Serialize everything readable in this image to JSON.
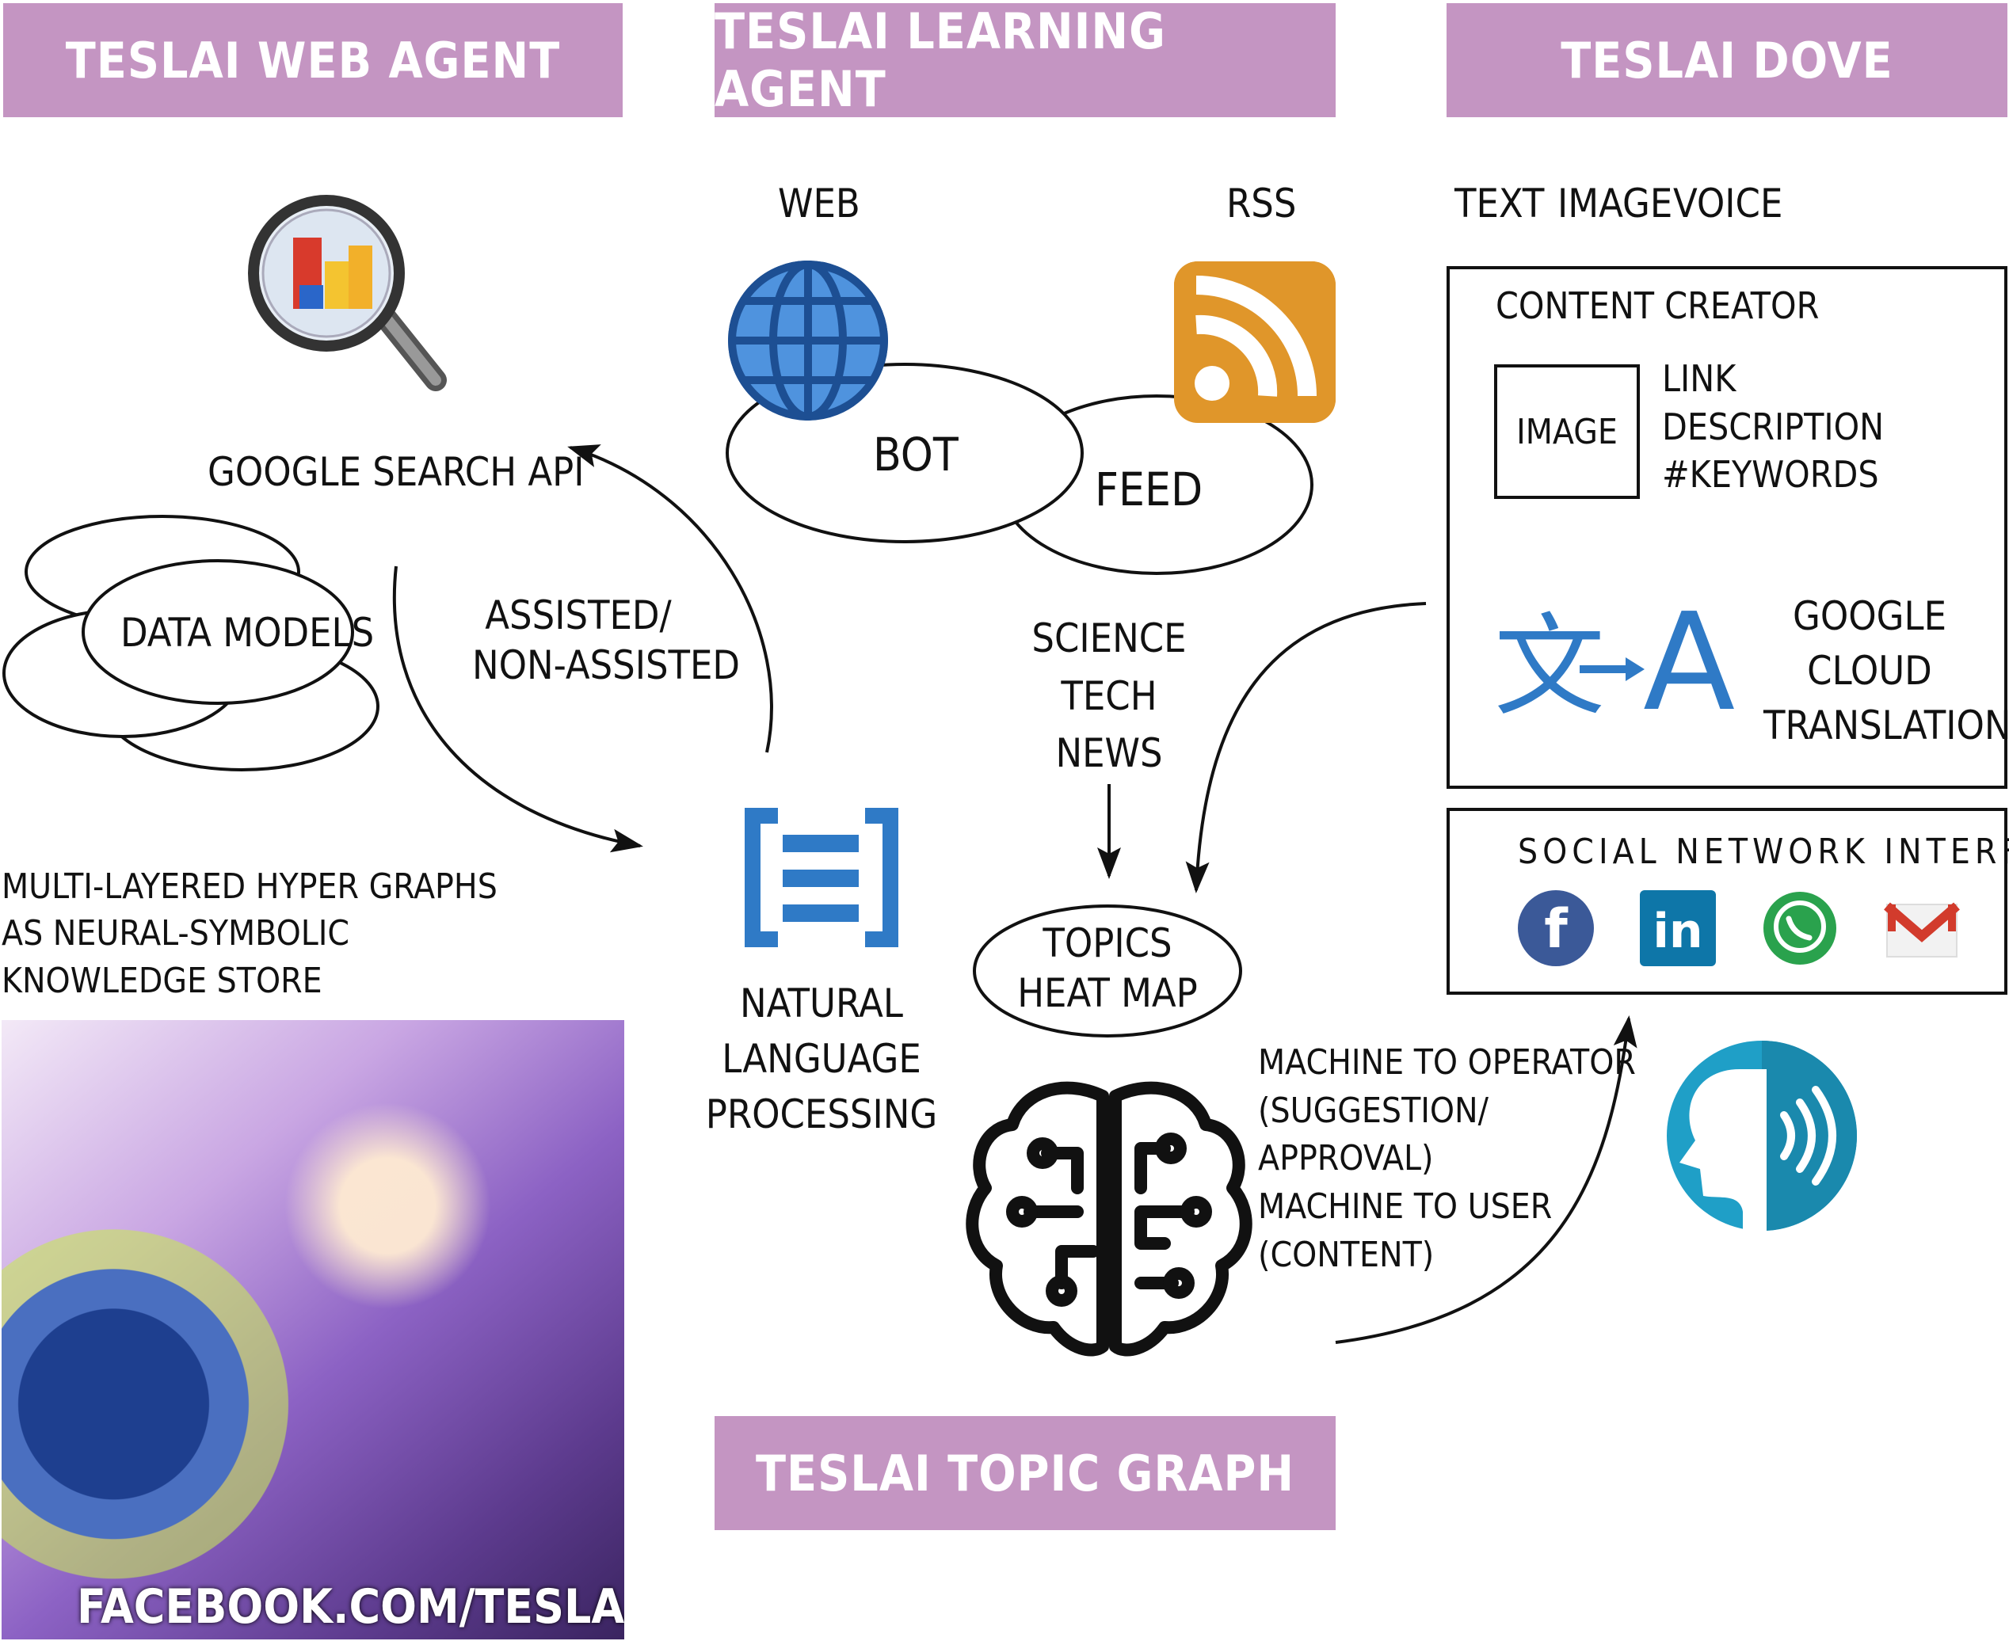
{
  "banners": {
    "web_agent": "TESLAI WEB AGENT",
    "learning_agent": "TESLAI LEARNING AGENT",
    "dove": "TESLAI DOVE",
    "topic_graph": "TESLAI TOPIC GRAPH"
  },
  "web_agent": {
    "google_search_api": "GOOGLE SEARCH API",
    "data_models": "DATA MODELS",
    "assisted_line1": "ASSISTED/",
    "assisted_line2": "NON-ASSISTED",
    "hypergraph_line1": "MULTI-LAYERED HYPER GRAPHS",
    "hypergraph_line2": "AS NEURAL-SYMBOLIC",
    "hypergraph_line3": "KNOWLEDGE STORE",
    "photo_caption": "FACEBOOK.COM/TESLAAI"
  },
  "learning_agent": {
    "web": "WEB",
    "rss": "RSS",
    "bot": "BOT",
    "feed": "FEED",
    "topics": [
      "SCIENCE",
      "TECH",
      "NEWS"
    ],
    "nlp_line1": "NATURAL",
    "nlp_line2": "LANGUAGE",
    "nlp_line3": "PROCESSING",
    "heatmap_line1": "TOPICS",
    "heatmap_line2": "HEAT MAP"
  },
  "dove": {
    "text": "TEXT",
    "image": "IMAGE",
    "voice": "VOICE",
    "content_creator": "CONTENT CREATOR",
    "image_box": "IMAGE",
    "link": "LINK",
    "description": "DESCRIPTION",
    "keywords": "#KEYWORDS",
    "translate_line1": "GOOGLE",
    "translate_line2": "CLOUD",
    "translate_line3": "TRANSLATION",
    "social_interface": "SOCIAL NETWORK INTERFACE"
  },
  "machine": {
    "line1": "MACHINE TO OPERATOR",
    "line2": "(SUGGESTION/",
    "line3": "APPROVAL)",
    "line4": "MACHINE TO USER",
    "line5": "(CONTENT)"
  },
  "colors": {
    "banner": "#c495c2",
    "globe": "#3b7fd0",
    "rss": "#e0962a",
    "nlp": "#2f7ac6",
    "translate": "#2f7ac6",
    "facebook": "#3b5998",
    "linkedin": "#0e76a8",
    "whatsapp": "#2aa24d",
    "voice": "#1f9fc7"
  },
  "icons": [
    "magnifier-chart-icon",
    "globe-icon",
    "rss-icon",
    "nlp-bracket-icon",
    "translate-icon",
    "facebook-icon",
    "linkedin-icon",
    "whatsapp-icon",
    "gmail-icon",
    "brain-circuit-icon",
    "voice-icon"
  ]
}
